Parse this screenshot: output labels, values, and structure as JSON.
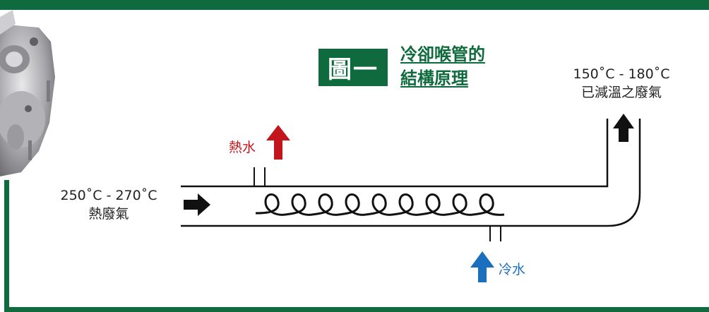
{
  "figure": {
    "badge": "圖一",
    "title_line1": "冷卻喉管的",
    "title_line2": "結構原理"
  },
  "labels": {
    "inlet_temp": "250˚C - 270˚C",
    "inlet_desc": "熱廢氣",
    "outlet_temp": "150˚C - 180˚C",
    "outlet_desc": "已減溫之廢氣",
    "hot_water": "熱水",
    "cold_water": "冷水"
  },
  "colors": {
    "frame_green": "#0f6b3d",
    "hot_red": "#c3161c",
    "cold_blue": "#1a6fbf",
    "arrow_black": "#111111"
  },
  "icons": {
    "inlet_arrow": "arrow-right-icon",
    "outlet_arrow": "arrow-up-icon",
    "hot_water_arrow": "arrow-up-icon",
    "cold_water_arrow": "arrow-up-icon",
    "part": "wheel-hub-bearing-photo"
  }
}
